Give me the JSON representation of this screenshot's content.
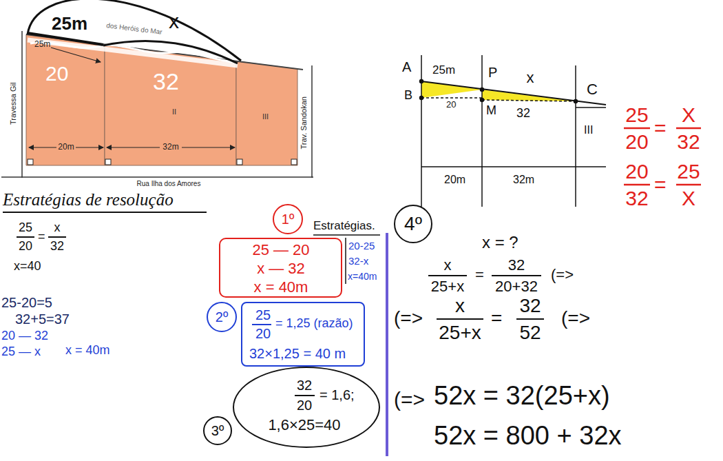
{
  "diagram": {
    "nodes": [
      {
        "text": [
          "20"
        ]
      },
      {
        "text": [
          "32",
          "II"
        ]
      },
      {
        "text": [
          "III"
        ]
      },
      {
        "text": [
          "1º"
        ]
      },
      {
        "text": [
          "25 — 20",
          "x — 32",
          "x = 40m"
        ]
      },
      {
        "text": [
          "2º"
        ]
      },
      {
        "text": [
          "25",
          "20",
          "= 1,25 (razão)",
          "32×1,25 = 40 m"
        ]
      },
      {
        "text": [
          "3º"
        ]
      },
      {
        "text": [
          "32",
          "20",
          "= 1,6;",
          "1,6×25=40"
        ]
      },
      {
        "text": [
          "4º"
        ]
      }
    ],
    "labels": [
      "25m",
      "dos Heróis do Mar",
      "25m",
      "x",
      "Travessa Gil",
      "Trav. Sandokan",
      "20m",
      "32m",
      "Rua Ilha dos Amores",
      "Estratégias de resolução",
      "Estratégias.",
      "25",
      "20",
      "=",
      "x",
      "32",
      "x=40",
      "25-20=5",
      "32+5=37",
      "20 — 32",
      "25 — x",
      "x = 40m",
      "20-25",
      "32-x",
      "x=40m",
      "A",
      "25m",
      "P",
      "x",
      "C",
      "B",
      "20",
      "M",
      "32",
      "III",
      "20m",
      "32m",
      "25",
      "20",
      "=",
      "X",
      "32",
      "20",
      "32",
      "=",
      "25",
      "X",
      "x = ?",
      "x",
      "25+x",
      "=",
      "32",
      "20+32",
      "(=>",
      "(=>",
      "x",
      "25+x",
      "=",
      "32",
      "52",
      "(=>",
      "(=>",
      "52x = 32(25+x)",
      "52x = 800 + 32x"
    ]
  }
}
